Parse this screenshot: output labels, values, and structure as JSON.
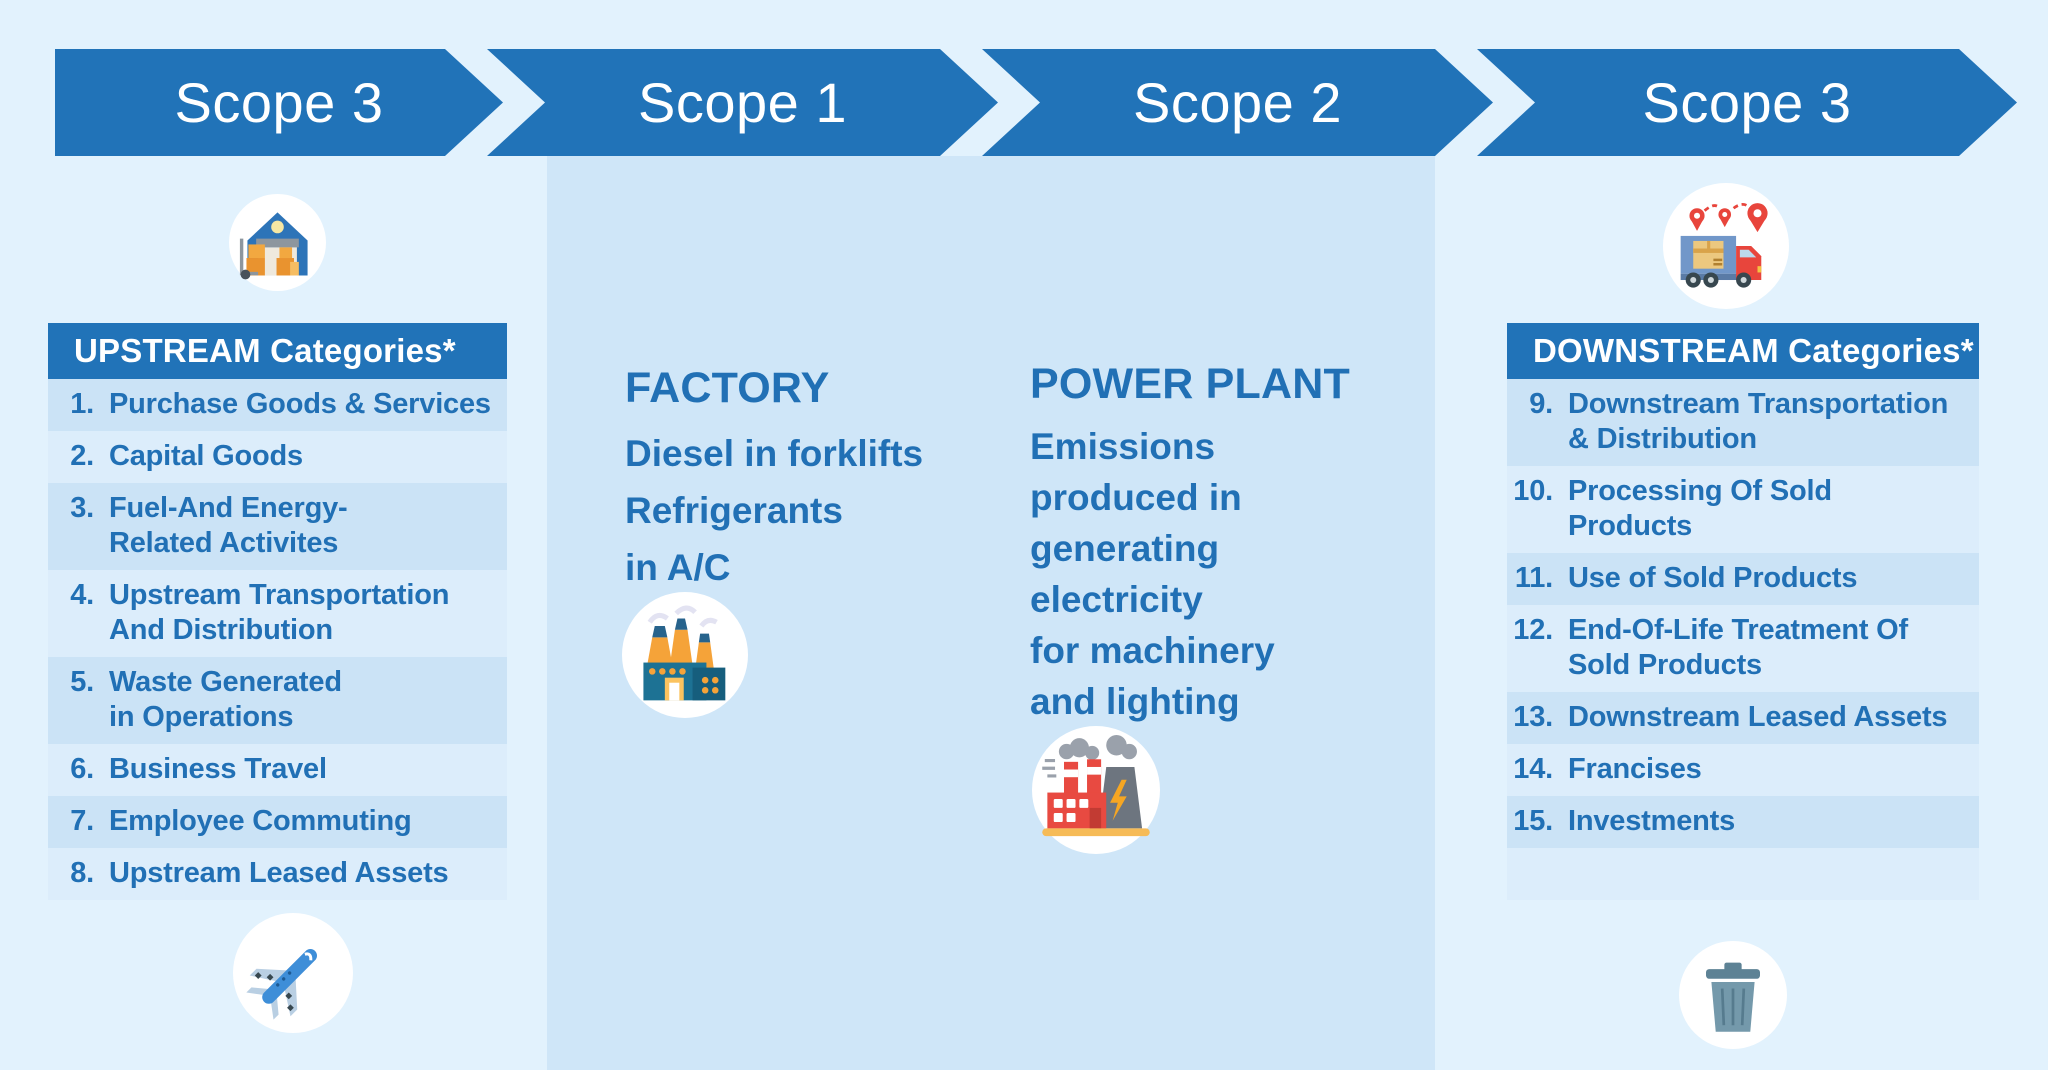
{
  "banner": {
    "segments": [
      {
        "label": "Scope 3"
      },
      {
        "label": "Scope 1"
      },
      {
        "label": "Scope 2"
      },
      {
        "label": "Scope 3"
      }
    ]
  },
  "upstream": {
    "header": "UPSTREAM Categories*",
    "items": [
      {
        "num": "1.",
        "lines": [
          "Purchase Goods & Services"
        ]
      },
      {
        "num": "2.",
        "lines": [
          "Capital Goods"
        ]
      },
      {
        "num": "3.",
        "lines": [
          "Fuel-And Energy-",
          "Related Activites"
        ]
      },
      {
        "num": "4.",
        "lines": [
          "Upstream Transportation",
          "And Distribution"
        ]
      },
      {
        "num": "5.",
        "lines": [
          "Waste Generated",
          "in Operations"
        ]
      },
      {
        "num": "6.",
        "lines": [
          "Business Travel"
        ]
      },
      {
        "num": "7.",
        "lines": [
          "Employee Commuting"
        ]
      },
      {
        "num": "8.",
        "lines": [
          "Upstream Leased Assets"
        ]
      }
    ]
  },
  "downstream": {
    "header": "DOWNSTREAM Categories*",
    "items": [
      {
        "num": "9.",
        "lines": [
          "Downstream Transportation",
          "& Distribution"
        ]
      },
      {
        "num": "10.",
        "lines": [
          "Processing Of Sold",
          "Products"
        ]
      },
      {
        "num": "11.",
        "lines": [
          "Use of Sold Products"
        ]
      },
      {
        "num": "12.",
        "lines": [
          "End-Of-Life Treatment Of",
          "Sold Products"
        ]
      },
      {
        "num": "13.",
        "lines": [
          "Downstream Leased Assets"
        ]
      },
      {
        "num": "14.",
        "lines": [
          "Francises"
        ]
      },
      {
        "num": "15.",
        "lines": [
          "Investments"
        ]
      },
      {
        "num": "",
        "lines": []
      }
    ]
  },
  "factory": {
    "title": "FACTORY",
    "lines": [
      "Diesel in forklifts",
      "Refrigerants",
      "in A/C"
    ]
  },
  "power_plant": {
    "title": "POWER PLANT",
    "lines": [
      "Emissions",
      "produced in",
      "generating",
      "electricity",
      "for machinery",
      "and lighting"
    ]
  },
  "icons": {
    "upstream_top": "warehouse-with-boxes",
    "upstream_bottom": "airplane",
    "scope1": "factory-chimneys",
    "scope2": "power-plant-lightning",
    "downstream_top": "delivery-truck-with-location-pins",
    "downstream_bottom": "trash-bin"
  },
  "colors": {
    "page_bg": "#e2f2fd",
    "band_bg": "#cfe6f8",
    "accent_blue": "#2173b8",
    "row_dark": "#cbe3f6",
    "row_light": "#dcedfb",
    "text_blue": "#2170b5",
    "banner_text": "#ffffff"
  }
}
